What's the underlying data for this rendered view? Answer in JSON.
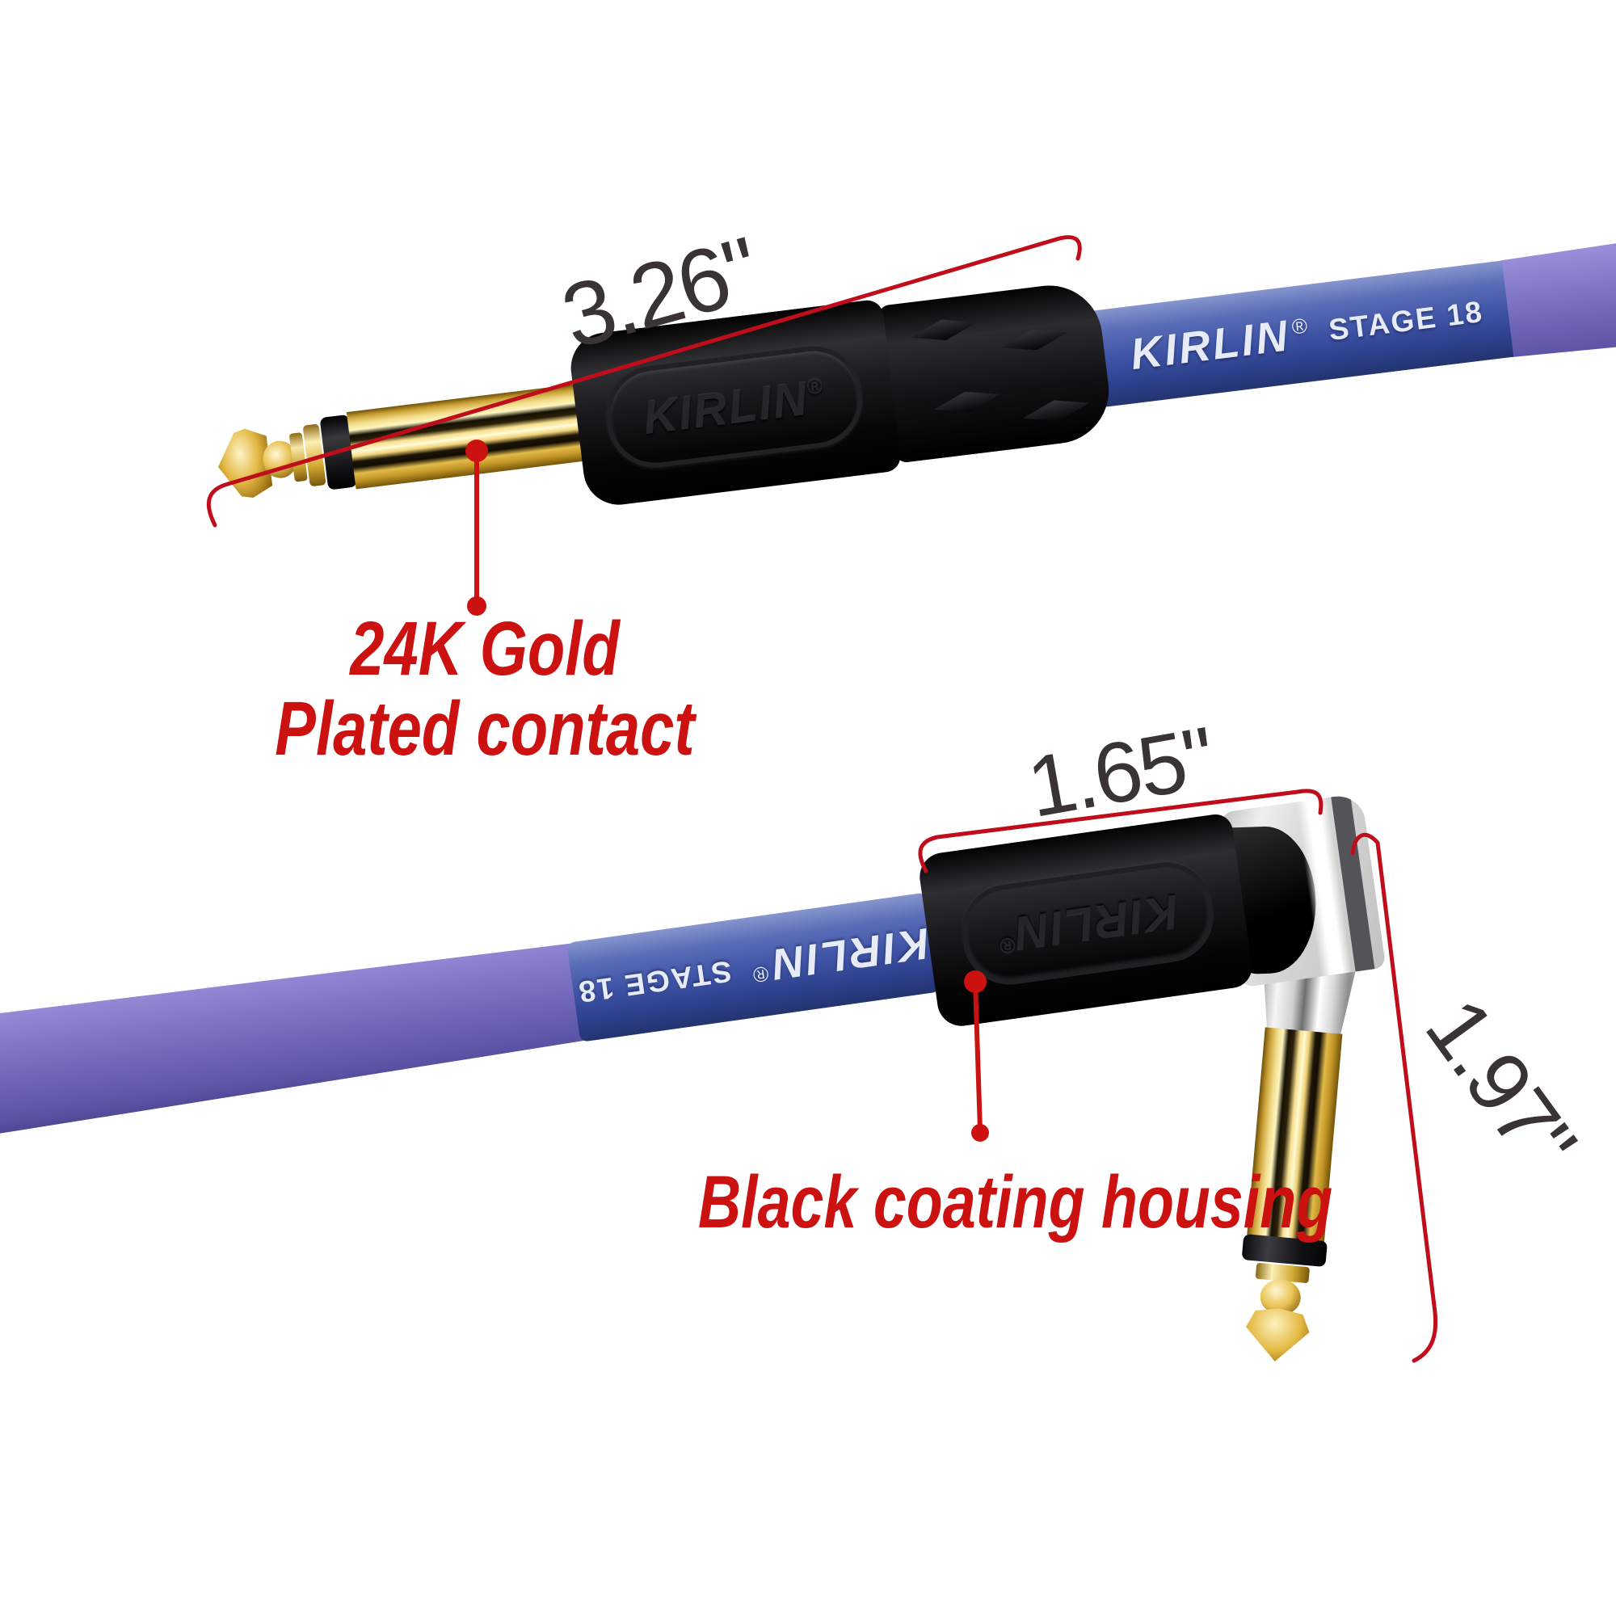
{
  "annotations": {
    "top_plug_length": "3.26\"",
    "bottom_plug_width": "1.65\"",
    "bottom_plug_height": "1.97\"",
    "top_callout_line1": "24K Gold",
    "top_callout_line2": "Plated contact",
    "bottom_callout": "Black coating housing"
  },
  "branding": {
    "brand": "KIRLIN",
    "registered_mark": "®",
    "series": "STAGE 18"
  },
  "colors": {
    "annotation_red": "#c00d1b",
    "callout_red": "#cc1111",
    "dim_ink": "#3a3336",
    "cable_blue": "#3c51a3",
    "cable_purple": "#7b72c4",
    "gold_plating": "#e9c45c",
    "housing_black": "#111113",
    "chrome_silver": "#d9d9d9"
  }
}
